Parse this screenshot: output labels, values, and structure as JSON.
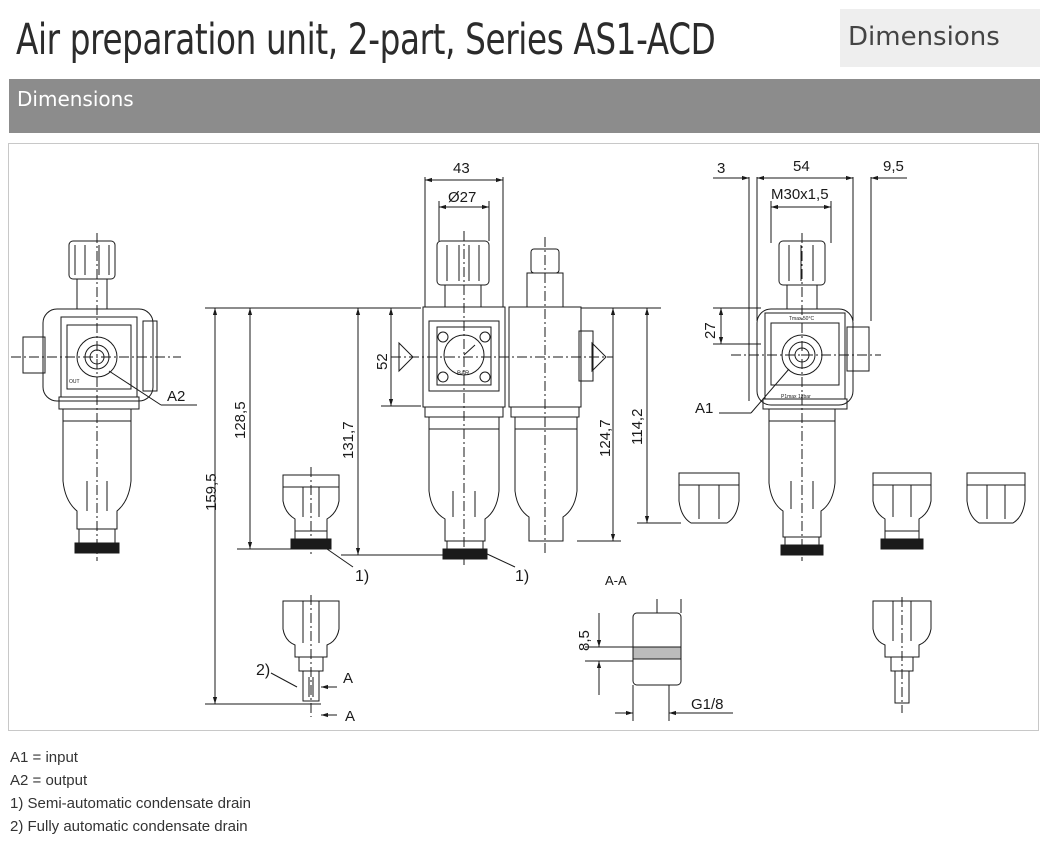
{
  "header": {
    "title": "Air preparation unit, 2-part, Series AS1-ACD",
    "tag": "Dimensions"
  },
  "section": {
    "title": "Dimensions"
  },
  "drawing": {
    "dims": {
      "d43": "43",
      "d27": "Ø27",
      "d3": "3",
      "d54": "54",
      "d95": "9,5",
      "thread": "M30x1,5",
      "d52": "52",
      "d1285": "128,5",
      "d1317": "131,7",
      "d1595": "159,5",
      "d1247": "124,7",
      "d1142": "114,2",
      "d27v": "27",
      "d85": "8,5",
      "g18": "G1/8"
    },
    "labels": {
      "a2": "A2",
      "a1": "A1",
      "one_a": "1)",
      "one_b": "1)",
      "two": "2)",
      "a_top": "A",
      "a_bot": "A",
      "section": "A-A",
      "gauge_bar": "BAR",
      "out": "OUT",
      "tmax": "Tmax 50°C",
      "pmax": "P1max 12bar"
    }
  },
  "legend": {
    "items": [
      "A1 = input",
      "A2 = output",
      "1) Semi-automatic condensate drain",
      "2) Fully automatic condensate drain"
    ]
  }
}
